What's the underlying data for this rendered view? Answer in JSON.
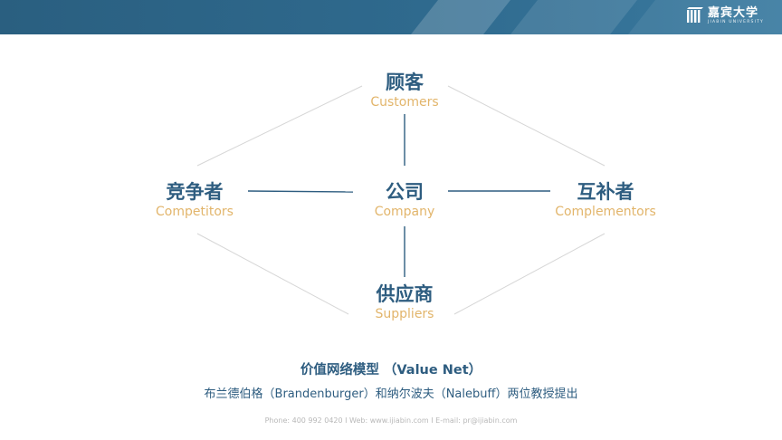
{
  "header": {
    "brand_name": "嘉宾大学",
    "brand_sub": "JIABIN UNIVERSITY"
  },
  "diagram": {
    "customers": {
      "cn": "顾客",
      "en": "Customers"
    },
    "competitors": {
      "cn": "竞争者",
      "en": "Competitors"
    },
    "company": {
      "cn": "公司",
      "en": "Company"
    },
    "complementors": {
      "cn": "互补者",
      "en": "Complementors"
    },
    "suppliers": {
      "cn": "供应商",
      "en": "Suppliers"
    }
  },
  "caption": {
    "title": "价值网络模型 （Value Net）",
    "subtitle": "布兰德伯格（Brandenburger）和纳尔波夫（Nalebuff）两位教授提出"
  },
  "footer": {
    "contact": "Phone: 400 992 0420  I  Web: www.ijiabin.com  I  E-mail: pr@ijiabin.com"
  },
  "colors": {
    "header_bg": "#2f6a8e",
    "primary": "#2e5d80",
    "accent": "#e2b56b",
    "line_light": "#d6d6d6"
  }
}
